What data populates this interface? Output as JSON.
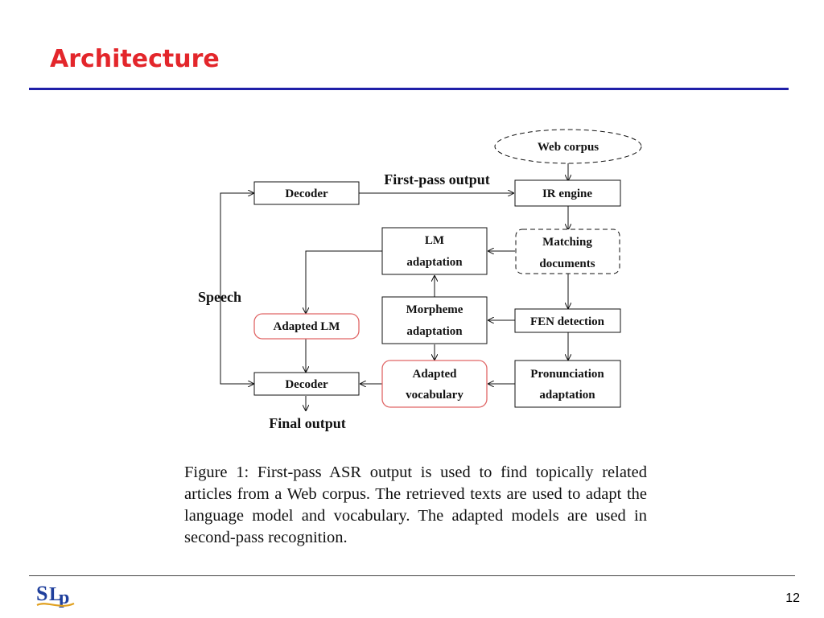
{
  "slide": {
    "title": "Architecture",
    "page_number": "12",
    "logo_text": "SLP"
  },
  "colors": {
    "title": "#e3262b",
    "rule": "#1f1fa8",
    "highlight_border": "#e06666"
  },
  "diagram": {
    "nodes": {
      "web_corpus": "Web corpus",
      "decoder_top": "Decoder",
      "ir_engine": "IR engine",
      "lm_adaptation_1": "LM",
      "lm_adaptation_2": "adaptation",
      "matching_docs_1": "Matching",
      "matching_docs_2": "documents",
      "adapted_lm": "Adapted LM",
      "morpheme_adaptation_1": "Morpheme",
      "morpheme_adaptation_2": "adaptation",
      "fen_detection": "FEN detection",
      "decoder_bottom": "Decoder",
      "adapted_vocab_1": "Adapted",
      "adapted_vocab_2": "vocabulary",
      "pronunciation_adaptation_1": "Pronunciation",
      "pronunciation_adaptation_2": "adaptation"
    },
    "labels": {
      "first_pass_output": "First-pass output",
      "speech": "Speech",
      "final_output": "Final output"
    }
  },
  "caption": "Figure 1: First-pass ASR output is used to find topically related articles from a Web corpus. The retrieved texts are used to adapt the language model and vocabulary.  The adapted models are used in second-pass recognition."
}
